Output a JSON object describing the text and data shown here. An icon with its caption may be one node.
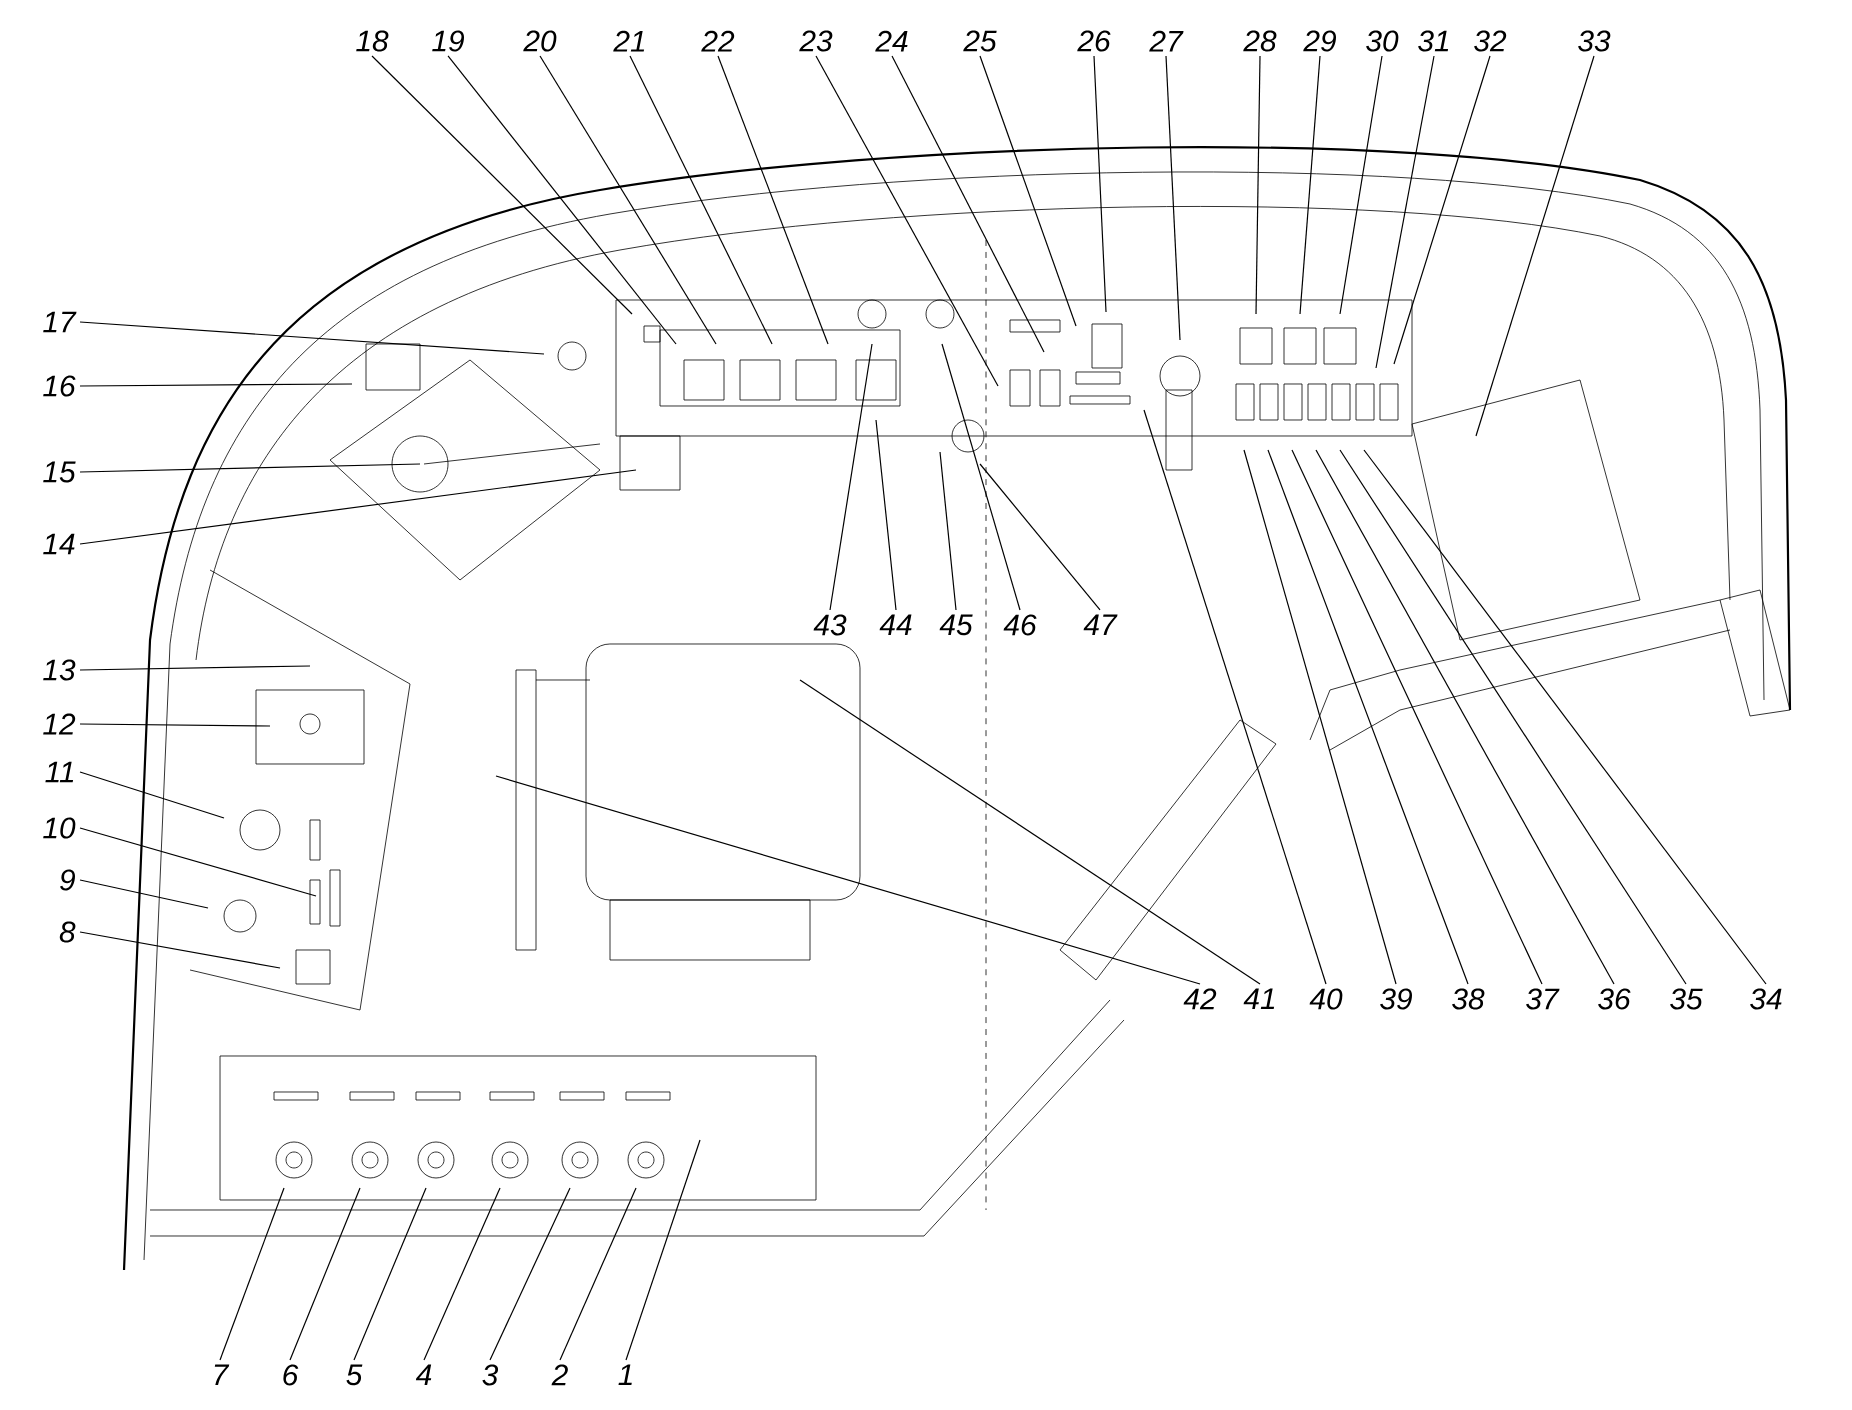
{
  "diagram": {
    "nodes": [
      {
        "text": [
          "1"
        ]
      },
      {
        "text": [
          "2"
        ]
      },
      {
        "text": [
          "3"
        ]
      },
      {
        "text": [
          "4"
        ]
      },
      {
        "text": [
          "5"
        ]
      },
      {
        "text": [
          "6"
        ]
      },
      {
        "text": [
          "7"
        ]
      },
      {
        "text": [
          "8"
        ]
      },
      {
        "text": [
          "9"
        ]
      },
      {
        "text": [
          "10"
        ]
      },
      {
        "text": [
          "11"
        ]
      },
      {
        "text": [
          "12"
        ]
      },
      {
        "text": [
          "13"
        ]
      },
      {
        "text": [
          "14"
        ]
      },
      {
        "text": [
          "15"
        ]
      },
      {
        "text": [
          "16"
        ]
      },
      {
        "text": [
          "17"
        ]
      },
      {
        "text": [
          "18"
        ]
      },
      {
        "text": [
          "19"
        ]
      },
      {
        "text": [
          "20"
        ]
      },
      {
        "text": [
          "21"
        ]
      },
      {
        "text": [
          "22"
        ]
      },
      {
        "text": [
          "23"
        ]
      },
      {
        "text": [
          "24"
        ]
      },
      {
        "text": [
          "25"
        ]
      },
      {
        "text": [
          "26"
        ]
      },
      {
        "text": [
          "27"
        ]
      },
      {
        "text": [
          "28"
        ]
      },
      {
        "text": [
          "29"
        ]
      },
      {
        "text": [
          "30"
        ]
      },
      {
        "text": [
          "31"
        ]
      },
      {
        "text": [
          "32"
        ]
      },
      {
        "text": [
          "33"
        ]
      },
      {
        "text": [
          "34"
        ]
      },
      {
        "text": [
          "35"
        ]
      },
      {
        "text": [
          "36"
        ]
      },
      {
        "text": [
          "37"
        ]
      },
      {
        "text": [
          "38"
        ]
      },
      {
        "text": [
          "39"
        ]
      },
      {
        "text": [
          "40"
        ]
      },
      {
        "text": [
          "41"
        ]
      },
      {
        "text": [
          "42"
        ]
      },
      {
        "text": [
          "43"
        ]
      },
      {
        "text": [
          "44"
        ]
      },
      {
        "text": [
          "45"
        ]
      },
      {
        "text": [
          "46"
        ]
      },
      {
        "text": [
          "47"
        ]
      }
    ],
    "edges": [
      {
        "from": 0,
        "to": null,
        "arrow": "none"
      },
      {
        "from": 1,
        "to": null,
        "arrow": "none"
      },
      {
        "from": 2,
        "to": null,
        "arrow": "none"
      },
      {
        "from": 3,
        "to": null,
        "arrow": "none"
      },
      {
        "from": 4,
        "to": null,
        "arrow": "none"
      },
      {
        "from": 5,
        "to": null,
        "arrow": "none"
      },
      {
        "from": 6,
        "to": null,
        "arrow": "none"
      },
      {
        "from": 7,
        "to": null,
        "arrow": "none"
      },
      {
        "from": 8,
        "to": null,
        "arrow": "none"
      },
      {
        "from": 9,
        "to": null,
        "arrow": "none"
      },
      {
        "from": 10,
        "to": null,
        "arrow": "none"
      },
      {
        "from": 11,
        "to": null,
        "arrow": "none"
      },
      {
        "from": 12,
        "to": null,
        "arrow": "none"
      },
      {
        "from": 13,
        "to": null,
        "arrow": "none"
      },
      {
        "from": 14,
        "to": null,
        "arrow": "none"
      },
      {
        "from": 15,
        "to": null,
        "arrow": "none"
      },
      {
        "from": 16,
        "to": null,
        "arrow": "none"
      },
      {
        "from": 17,
        "to": null,
        "arrow": "none"
      },
      {
        "from": 18,
        "to": null,
        "arrow": "none"
      },
      {
        "from": 19,
        "to": null,
        "arrow": "none"
      },
      {
        "from": 20,
        "to": null,
        "arrow": "none"
      },
      {
        "from": 21,
        "to": null,
        "arrow": "none"
      },
      {
        "from": 22,
        "to": null,
        "arrow": "none"
      },
      {
        "from": 23,
        "to": null,
        "arrow": "none"
      },
      {
        "from": 24,
        "to": null,
        "arrow": "none"
      },
      {
        "from": 25,
        "to": null,
        "arrow": "none"
      },
      {
        "from": 26,
        "to": null,
        "arrow": "none"
      },
      {
        "from": 27,
        "to": null,
        "arrow": "none"
      },
      {
        "from": 28,
        "to": null,
        "arrow": "none"
      },
      {
        "from": 29,
        "to": null,
        "arrow": "none"
      },
      {
        "from": 30,
        "to": null,
        "arrow": "none"
      },
      {
        "from": 31,
        "to": null,
        "arrow": "none"
      },
      {
        "from": 32,
        "to": null,
        "arrow": "none"
      },
      {
        "from": 33,
        "to": null,
        "arrow": "none"
      },
      {
        "from": 34,
        "to": null,
        "arrow": "none"
      },
      {
        "from": 35,
        "to": null,
        "arrow": "none"
      },
      {
        "from": 36,
        "to": null,
        "arrow": "none"
      },
      {
        "from": 37,
        "to": null,
        "arrow": "none"
      },
      {
        "from": 38,
        "to": null,
        "arrow": "none"
      },
      {
        "from": 39,
        "to": null,
        "arrow": "none"
      },
      {
        "from": 40,
        "to": null,
        "arrow": "none"
      },
      {
        "from": 41,
        "to": null,
        "arrow": "none"
      },
      {
        "from": 42,
        "to": null,
        "arrow": "none"
      },
      {
        "from": 43,
        "to": null,
        "arrow": "none"
      },
      {
        "from": 44,
        "to": null,
        "arrow": "none"
      },
      {
        "from": 45,
        "to": null,
        "arrow": "none"
      },
      {
        "from": 46,
        "to": null,
        "arrow": "none"
      }
    ]
  }
}
